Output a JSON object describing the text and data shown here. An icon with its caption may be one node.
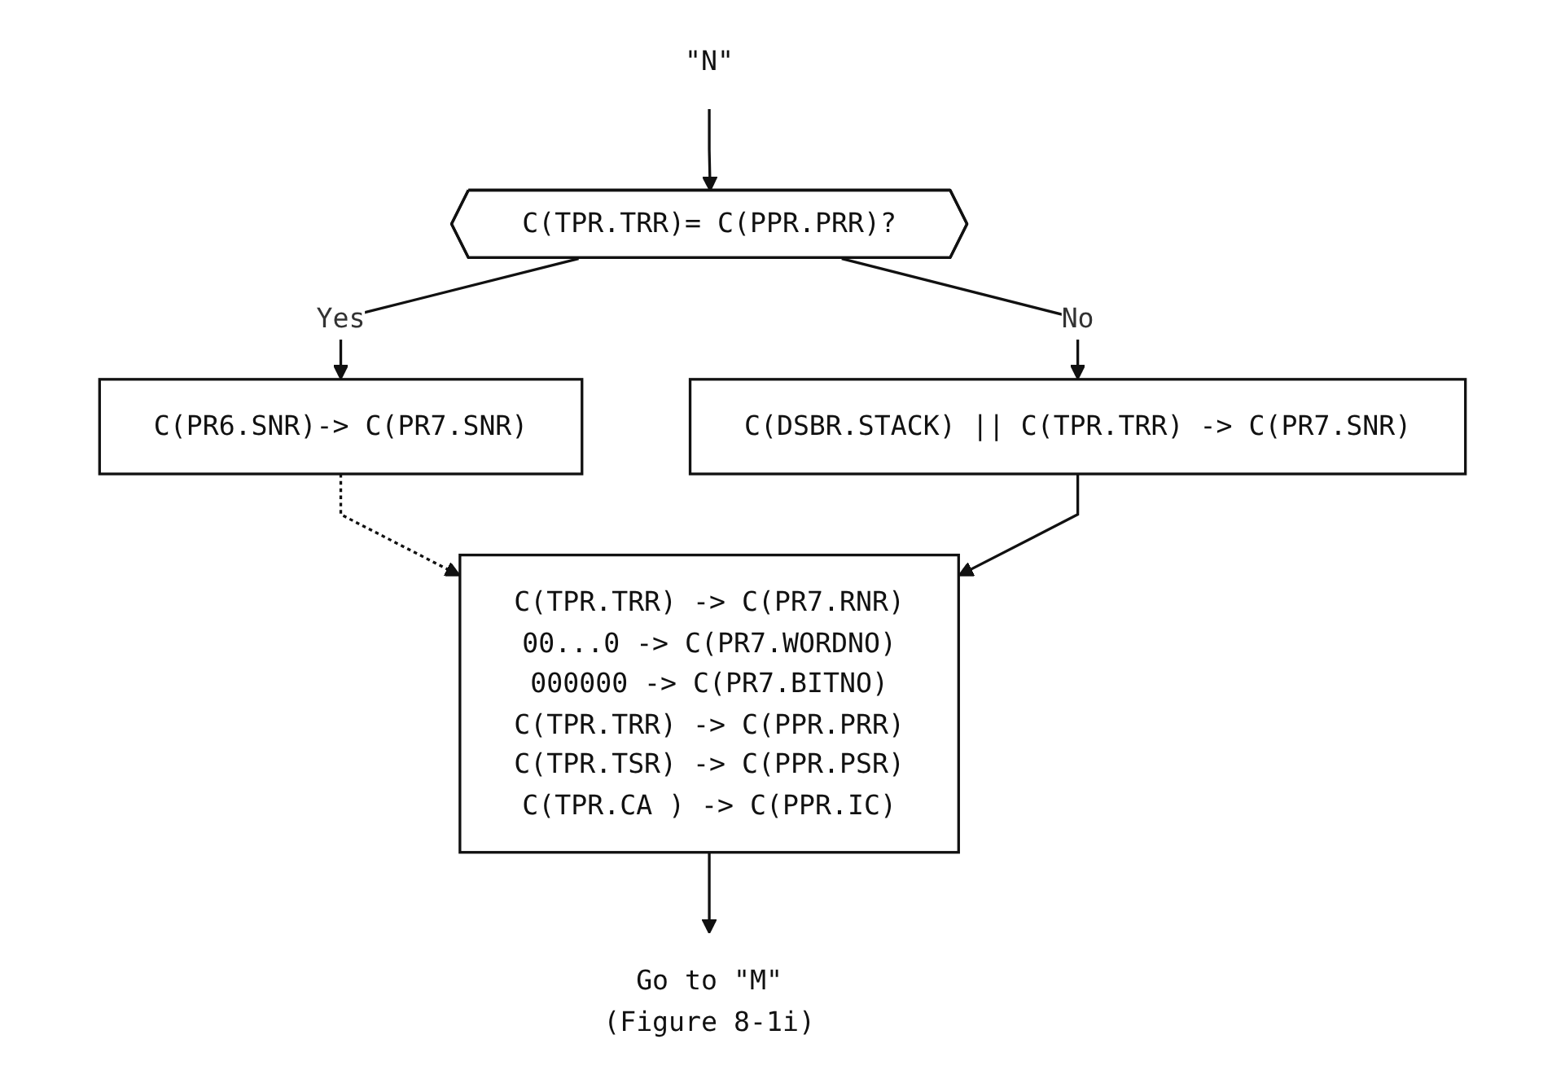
{
  "diagram": {
    "nodes": [
      {
        "text": [
          "\"N\""
        ]
      },
      {
        "text": [
          "C(TPR.TRR)= C(PPR.PRR)?"
        ]
      },
      {
        "text": [
          "C(PR6.SNR)-> C(PR7.SNR)"
        ]
      },
      {
        "text": [
          "C(DSBR.STACK) || C(TPR.TRR) -> C(PR7.SNR)"
        ]
      },
      {
        "text": [
          "C(TPR.TRR) -> C(PR7.RNR)",
          "00...0 -> C(PR7.WORDNO)",
          "000000 -> C(PR7.BITNO)",
          "C(TPR.TRR) -> C(PPR.PRR)",
          "C(TPR.TSR) -> C(PPR.PSR)",
          "C(TPR.CA ) -> C(PPR.IC)"
        ]
      },
      {
        "text": [
          "Go to \"M\"",
          "(Figure 8-1i)"
        ]
      }
    ],
    "edges": [
      {
        "from": 0,
        "to": 1,
        "arrow": "to"
      },
      {
        "from": 1,
        "to": 2,
        "arrow": "to",
        "label": "Yes"
      },
      {
        "from": 1,
        "to": 3,
        "arrow": "to",
        "label": "No"
      },
      {
        "from": 2,
        "to": 4,
        "arrow": "to",
        "style": "dashed"
      },
      {
        "from": 3,
        "to": 4,
        "arrow": "to"
      },
      {
        "from": 4,
        "to": 5,
        "arrow": "to"
      }
    ]
  }
}
